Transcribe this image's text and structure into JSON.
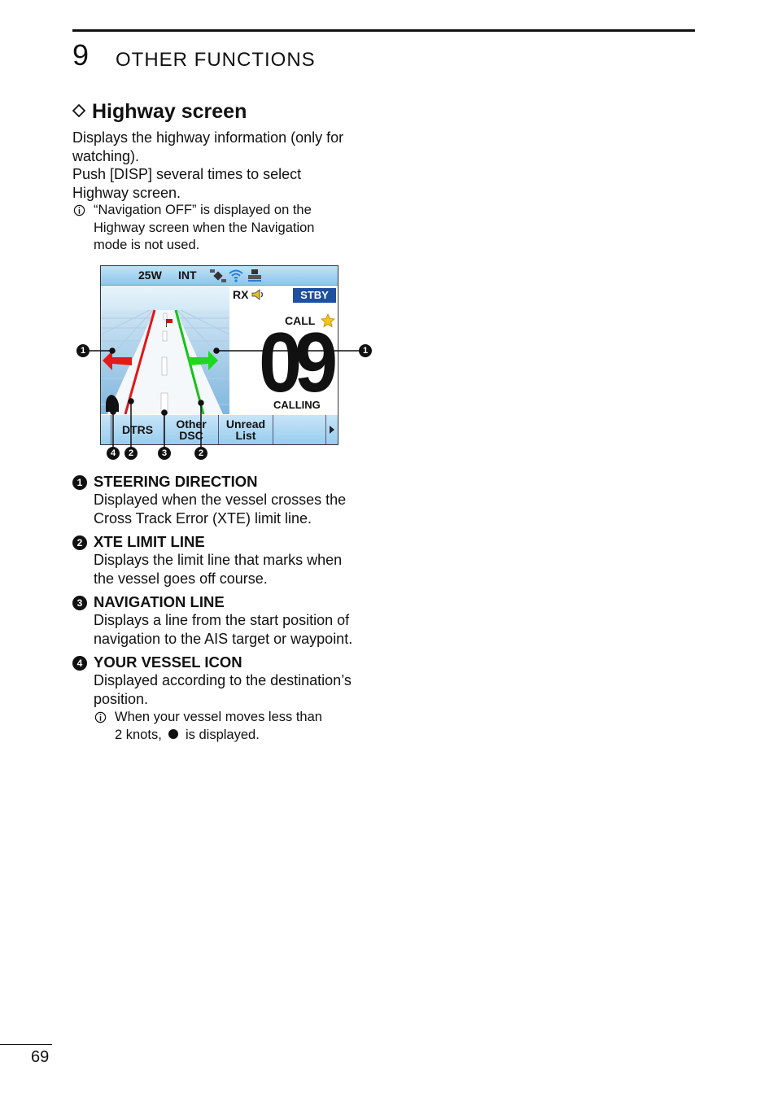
{
  "chapter": {
    "number": "9",
    "title": "OTHER FUNCTIONS"
  },
  "section": {
    "title": "Highway screen"
  },
  "intro": [
    "Displays the highway information (only for",
    "watching).",
    "Push [DISP] several times to select",
    "Highway screen."
  ],
  "note1": [
    "“Navigation OFF” is displayed on the",
    "Highway screen when the Navigation",
    "mode is not used."
  ],
  "screen": {
    "status_power": "25W",
    "status_mode": "INT",
    "rx": "RX",
    "stby": "STBY",
    "call": "CALL",
    "channel": "09",
    "calling": "CALLING",
    "softkeys": [
      "DTRS",
      "Other DSC",
      "Unread List",
      ""
    ],
    "softkey_other_l1": "Other",
    "softkey_other_l2": "DSC",
    "softkey_unread_l1": "Unread",
    "softkey_unread_l2": "List"
  },
  "callouts": {
    "c1": "1",
    "c2": "2",
    "c3": "3",
    "c4": "4"
  },
  "items": [
    {
      "num": "1",
      "title": "STEERING DIRECTION",
      "lines": [
        "Displayed when the vessel crosses the",
        "Cross Track Error (XTE) limit line."
      ]
    },
    {
      "num": "2",
      "title": "XTE LIMIT LINE",
      "lines": [
        "Displays the limit line that marks when",
        "the vessel goes off course."
      ]
    },
    {
      "num": "3",
      "title": "NAVIGATION LINE",
      "lines": [
        "Displays a line from the start position of",
        "navigation to the AIS target or waypoint."
      ]
    },
    {
      "num": "4",
      "title": "YOUR VESSEL ICON",
      "lines": [
        "Displayed according to the destination’s",
        "position."
      ]
    }
  ],
  "note2": {
    "line1": "When your vessel moves less than",
    "line2_a": "2 knots,",
    "line2_b": "is displayed."
  },
  "page_number": "69"
}
